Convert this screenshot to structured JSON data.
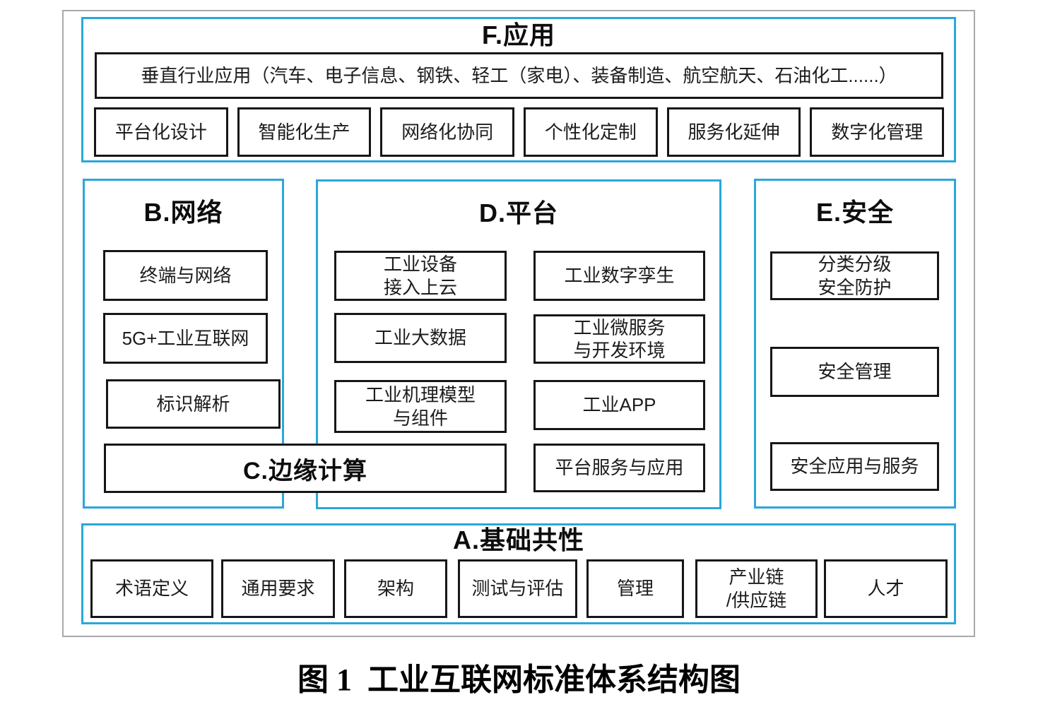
{
  "palette": {
    "section_border_blue": "#2aa7da",
    "box_border_black": "#161616",
    "outer_frame_gray": "#a9a9a9",
    "background": "#ffffff",
    "text": "#1c1c1c"
  },
  "sections": {
    "f": {
      "title": "F.应用",
      "banner": "垂直行业应用（汽车、电子信息、钢铁、轻工（家电）、装备制造、航空航天、石油化工......）",
      "items": [
        "平台化设计",
        "智能化生产",
        "网络化协同",
        "个性化定制",
        "服务化延伸",
        "数字化管理"
      ]
    },
    "b": {
      "title": "B.网络",
      "items": [
        "终端与网络",
        "5G+工业互联网",
        "标识解析"
      ]
    },
    "c": {
      "title": "C.边缘计算"
    },
    "d": {
      "title": "D.平台",
      "left_items": [
        "工业设备\n接入上云",
        "工业大数据",
        "工业机理模型\n与组件"
      ],
      "right_items": [
        "工业数字孪生",
        "工业微服务\n与开发环境",
        "工业APP",
        "平台服务与应用"
      ]
    },
    "e": {
      "title": "E.安全",
      "items": [
        "分类分级\n安全防护",
        "安全管理",
        "安全应用与服务"
      ]
    },
    "a": {
      "title": "A.基础共性",
      "items": [
        "术语定义",
        "通用要求",
        "架构",
        "测试与评估",
        "管理",
        "产业链\n/供应链",
        "人才"
      ]
    }
  },
  "caption": "图 1  工业互联网标准体系结构图"
}
